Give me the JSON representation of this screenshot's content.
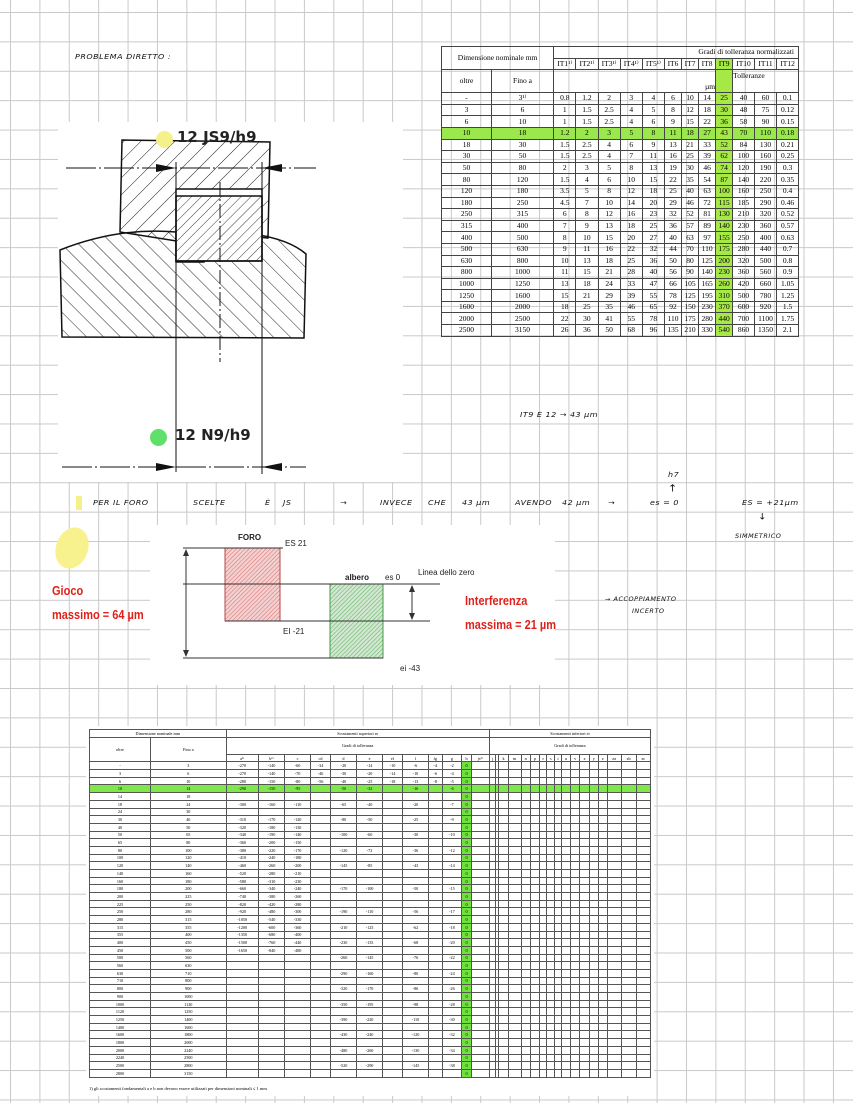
{
  "notes": {
    "title": "PROBLEMA DIRETTO :",
    "it9_note": "IT9 E 12 → 43 µm",
    "line": [
      "PER IL FORO",
      "SCELTE",
      "È",
      "JS",
      "→",
      "INVECE",
      "CHE",
      "43 µm",
      "AVENDO",
      "42 µm",
      "→",
      "es = 0",
      "ES = +21µm"
    ],
    "h7": "h7",
    "up_arrow": "↑",
    "down_arrow": "↓",
    "simmetric": "SIMMETRICO",
    "accoppiamento": "→ ACCOPPIAMENTO",
    "incerto": "INCERTO"
  },
  "drawing": {
    "label_top": "12 JS9/h9",
    "label_bottom": "12 N9/h9",
    "colors": {
      "yellow": "#f5f08a",
      "green": "#5fe06a"
    }
  },
  "it_table": {
    "header_dim": "Dimensione nominale mm",
    "header_grades": "Gradi di tolleranza normalizzati",
    "grades": [
      "IT1¹⁾",
      "IT2¹⁾",
      "IT3¹⁾",
      "IT4¹⁾",
      "IT5¹⁾",
      "IT6",
      "IT7",
      "IT8",
      "IT9",
      "IT10",
      "IT11",
      "IT12"
    ],
    "oltre": "oltre",
    "fino": "Fino a",
    "tolleranze": "Tolleranze",
    "unit": "µm",
    "highlight_color": "#9be84e",
    "rows": [
      [
        "-",
        "3¹⁾",
        "0.8",
        "1.2",
        "2",
        "3",
        "4",
        "6",
        "10",
        "14",
        "25",
        "40",
        "60",
        "0.1"
      ],
      [
        "3",
        "6",
        "1",
        "1.5",
        "2.5",
        "4",
        "5",
        "8",
        "12",
        "18",
        "30",
        "48",
        "75",
        "0.12"
      ],
      [
        "6",
        "10",
        "1",
        "1.5",
        "2.5",
        "4",
        "6",
        "9",
        "15",
        "22",
        "36",
        "58",
        "90",
        "0.15"
      ],
      [
        "10",
        "18",
        "1.2",
        "2",
        "3",
        "5",
        "8",
        "11",
        "18",
        "27",
        "43",
        "70",
        "110",
        "0.18"
      ],
      [
        "18",
        "30",
        "1.5",
        "2.5",
        "4",
        "6",
        "9",
        "13",
        "21",
        "33",
        "52",
        "84",
        "130",
        "0.21"
      ],
      [
        "30",
        "50",
        "1.5",
        "2.5",
        "4",
        "7",
        "11",
        "16",
        "25",
        "39",
        "62",
        "100",
        "160",
        "0.25"
      ],
      [
        "50",
        "80",
        "2",
        "3",
        "5",
        "8",
        "13",
        "19",
        "30",
        "46",
        "74",
        "120",
        "190",
        "0.3"
      ],
      [
        "80",
        "120",
        "1.5",
        "4",
        "6",
        "10",
        "15",
        "22",
        "35",
        "54",
        "87",
        "140",
        "220",
        "0.35"
      ],
      [
        "120",
        "180",
        "3.5",
        "5",
        "8",
        "12",
        "18",
        "25",
        "40",
        "63",
        "100",
        "160",
        "250",
        "0.4"
      ],
      [
        "180",
        "250",
        "4.5",
        "7",
        "10",
        "14",
        "20",
        "29",
        "46",
        "72",
        "115",
        "185",
        "290",
        "0.46"
      ],
      [
        "250",
        "315",
        "6",
        "8",
        "12",
        "16",
        "23",
        "32",
        "52",
        "81",
        "130",
        "210",
        "320",
        "0.52"
      ],
      [
        "315",
        "400",
        "7",
        "9",
        "13",
        "18",
        "25",
        "36",
        "57",
        "89",
        "140",
        "230",
        "360",
        "0.57"
      ],
      [
        "400",
        "500",
        "8",
        "10",
        "15",
        "20",
        "27",
        "40",
        "63",
        "97",
        "155",
        "250",
        "400",
        "0.63"
      ],
      [
        "500",
        "630",
        "9",
        "11",
        "16",
        "22",
        "32",
        "44",
        "70",
        "110",
        "175",
        "280",
        "440",
        "0.7"
      ],
      [
        "630",
        "800",
        "10",
        "13",
        "18",
        "25",
        "36",
        "50",
        "80",
        "125",
        "200",
        "320",
        "500",
        "0.8"
      ],
      [
        "800",
        "1000",
        "11",
        "15",
        "21",
        "28",
        "40",
        "56",
        "90",
        "140",
        "230",
        "360",
        "560",
        "0.9"
      ],
      [
        "1000",
        "1250",
        "13",
        "18",
        "24",
        "33",
        "47",
        "66",
        "105",
        "165",
        "260",
        "420",
        "660",
        "1.05"
      ],
      [
        "1250",
        "1600",
        "15",
        "21",
        "29",
        "39",
        "55",
        "78",
        "125",
        "195",
        "310",
        "500",
        "780",
        "1.25"
      ],
      [
        "1600",
        "2000",
        "18",
        "25",
        "35",
        "46",
        "65",
        "92",
        "150",
        "230",
        "370",
        "600",
        "920",
        "1.5"
      ],
      [
        "2000",
        "2500",
        "22",
        "30",
        "41",
        "55",
        "78",
        "110",
        "175",
        "280",
        "440",
        "700",
        "1100",
        "1.75"
      ],
      [
        "2500",
        "3150",
        "26",
        "36",
        "50",
        "68",
        "96",
        "135",
        "210",
        "330",
        "540",
        "860",
        "1350",
        "2.1"
      ]
    ]
  },
  "diagram": {
    "foro": "FORO",
    "albero": "albero",
    "es_top": "ES 21",
    "es0": "es 0",
    "zero_line": "Linea dello zero",
    "ei_foro": "EI -21",
    "ei_albero": "ei -43",
    "gioco": "Gioco",
    "gioco_val": "massimo = 64 µm",
    "interf": "Interferenza",
    "interf_val": "massima = 21 µm"
  },
  "dev_table": {
    "header_dim": "Dimensione nominale mm",
    "header_upper": "Scostamenti superiori es",
    "header_lower": "Scostamenti inferiori ei",
    "grades_label": "Gradi di tolleranza",
    "oltre": "oltre",
    "fino": "Fino a",
    "upper_cols": [
      "a¹⁾",
      "b¹⁾",
      "c",
      "cd",
      "d",
      "e",
      "ef",
      "f",
      "fg",
      "g",
      "h",
      "js²⁾"
    ],
    "lower_cols": [
      "j",
      "",
      "k",
      "m",
      "n",
      "p",
      "r",
      "s",
      "t",
      "u",
      "v",
      "x",
      "y",
      "z",
      "za",
      "zb",
      "zc"
    ],
    "rows": [
      [
        "-",
        "3",
        "-270",
        "-140",
        "-60",
        "-34",
        "-20",
        "-14",
        "-10",
        "-6",
        "-4",
        "-2",
        "0"
      ],
      [
        "3",
        "6",
        "-270",
        "-140",
        "-70",
        "-46",
        "-30",
        "-20",
        "-14",
        "-10",
        "-6",
        "-4",
        "0"
      ],
      [
        "6",
        "10",
        "-280",
        "-150",
        "-80",
        "-56",
        "-40",
        "-25",
        "-18",
        "-13",
        "-8",
        "-5",
        "0"
      ],
      [
        "10",
        "14",
        "-290",
        "-150",
        "-95",
        "",
        "-50",
        "-32",
        "",
        "-16",
        "",
        "-6",
        "0"
      ],
      [
        "14",
        "18",
        "",
        "",
        "",
        "",
        "",
        "",
        "",
        "",
        "",
        "",
        "0"
      ],
      [
        "18",
        "24",
        "-300",
        "-160",
        "-110",
        "",
        "-65",
        "-40",
        "",
        "-20",
        "",
        "-7",
        "0"
      ],
      [
        "24",
        "30",
        "",
        "",
        "",
        "",
        "",
        "",
        "",
        "",
        "",
        "",
        "0"
      ],
      [
        "30",
        "40",
        "-310",
        "-170",
        "-120",
        "",
        "-80",
        "-50",
        "",
        "-25",
        "",
        "-9",
        "0"
      ],
      [
        "40",
        "50",
        "-320",
        "-180",
        "-130",
        "",
        "",
        "",
        "",
        "",
        "",
        "",
        "0"
      ],
      [
        "50",
        "65",
        "-340",
        "-190",
        "-140",
        "",
        "-100",
        "-60",
        "",
        "-30",
        "",
        "-10",
        "0"
      ],
      [
        "65",
        "80",
        "-360",
        "-200",
        "-150",
        "",
        "",
        "",
        "",
        "",
        "",
        "",
        "0"
      ],
      [
        "80",
        "100",
        "-380",
        "-220",
        "-170",
        "",
        "-120",
        "-72",
        "",
        "-36",
        "",
        "-12",
        "0"
      ],
      [
        "100",
        "120",
        "-410",
        "-240",
        "-180",
        "",
        "",
        "",
        "",
        "",
        "",
        "",
        "0"
      ],
      [
        "120",
        "140",
        "-460",
        "-260",
        "-200",
        "",
        "-145",
        "-85",
        "",
        "-43",
        "",
        "-14",
        "0"
      ],
      [
        "140",
        "160",
        "-520",
        "-280",
        "-210",
        "",
        "",
        "",
        "",
        "",
        "",
        "",
        "0"
      ],
      [
        "160",
        "180",
        "-580",
        "-310",
        "-230",
        "",
        "",
        "",
        "",
        "",
        "",
        "",
        "0"
      ],
      [
        "180",
        "200",
        "-660",
        "-340",
        "-240",
        "",
        "-170",
        "-100",
        "",
        "-50",
        "",
        "-15",
        "0"
      ],
      [
        "200",
        "225",
        "-740",
        "-380",
        "-260",
        "",
        "",
        "",
        "",
        "",
        "",
        "",
        "0"
      ],
      [
        "225",
        "250",
        "-820",
        "-420",
        "-280",
        "",
        "",
        "",
        "",
        "",
        "",
        "",
        "0"
      ],
      [
        "250",
        "280",
        "-920",
        "-480",
        "-300",
        "",
        "-190",
        "-110",
        "",
        "-56",
        "",
        "-17",
        "0"
      ],
      [
        "280",
        "315",
        "-1050",
        "-540",
        "-330",
        "",
        "",
        "",
        "",
        "",
        "",
        "",
        "0"
      ],
      [
        "315",
        "355",
        "-1200",
        "-600",
        "-360",
        "",
        "-210",
        "-125",
        "",
        "-62",
        "",
        "-18",
        "0"
      ],
      [
        "355",
        "400",
        "-1350",
        "-680",
        "-400",
        "",
        "",
        "",
        "",
        "",
        "",
        "",
        "0"
      ],
      [
        "400",
        "450",
        "-1500",
        "-760",
        "-440",
        "",
        "-230",
        "-135",
        "",
        "-68",
        "",
        "-20",
        "0"
      ],
      [
        "450",
        "500",
        "-1650",
        "-840",
        "-480",
        "",
        "",
        "",
        "",
        "",
        "",
        "",
        "0"
      ],
      [
        "500",
        "560",
        "",
        "",
        "",
        "",
        "-260",
        "-145",
        "",
        "-76",
        "",
        "-22",
        "0"
      ],
      [
        "560",
        "630",
        "",
        "",
        "",
        "",
        "",
        "",
        "",
        "",
        "",
        "",
        "0"
      ],
      [
        "630",
        "710",
        "",
        "",
        "",
        "",
        "-290",
        "-160",
        "",
        "-80",
        "",
        "-24",
        "0"
      ],
      [
        "710",
        "800",
        "",
        "",
        "",
        "",
        "",
        "",
        "",
        "",
        "",
        "",
        "0"
      ],
      [
        "800",
        "900",
        "",
        "",
        "",
        "",
        "-320",
        "-170",
        "",
        "-86",
        "",
        "-26",
        "0"
      ],
      [
        "900",
        "1000",
        "",
        "",
        "",
        "",
        "",
        "",
        "",
        "",
        "",
        "",
        "0"
      ],
      [
        "1000",
        "1120",
        "",
        "",
        "",
        "",
        "-350",
        "-195",
        "",
        "-98",
        "",
        "-28",
        "0"
      ],
      [
        "1120",
        "1250",
        "",
        "",
        "",
        "",
        "",
        "",
        "",
        "",
        "",
        "",
        "0"
      ],
      [
        "1250",
        "1400",
        "",
        "",
        "",
        "",
        "-390",
        "-220",
        "",
        "-110",
        "",
        "-30",
        "0"
      ],
      [
        "1400",
        "1600",
        "",
        "",
        "",
        "",
        "",
        "",
        "",
        "",
        "",
        "",
        "0"
      ],
      [
        "1600",
        "1800",
        "",
        "",
        "",
        "",
        "-430",
        "-240",
        "",
        "-120",
        "",
        "-32",
        "0"
      ],
      [
        "1800",
        "2000",
        "",
        "",
        "",
        "",
        "",
        "",
        "",
        "",
        "",
        "",
        "0"
      ],
      [
        "2000",
        "2240",
        "",
        "",
        "",
        "",
        "-480",
        "-260",
        "",
        "-130",
        "",
        "-34",
        "0"
      ],
      [
        "2240",
        "2500",
        "",
        "",
        "",
        "",
        "",
        "",
        "",
        "",
        "",
        "",
        "0"
      ],
      [
        "2500",
        "2800",
        "",
        "",
        "",
        "",
        "-520",
        "-290",
        "",
        "-145",
        "",
        "-38",
        "0"
      ],
      [
        "2800",
        "3150",
        "",
        "",
        "",
        "",
        "",
        "",
        "",
        "",
        "",
        "",
        "0"
      ]
    ],
    "footnote": "1) gli scostamenti fondamentali a e b non devono essere utilizzati per dimensioni nominali ≤ 1 mm"
  }
}
